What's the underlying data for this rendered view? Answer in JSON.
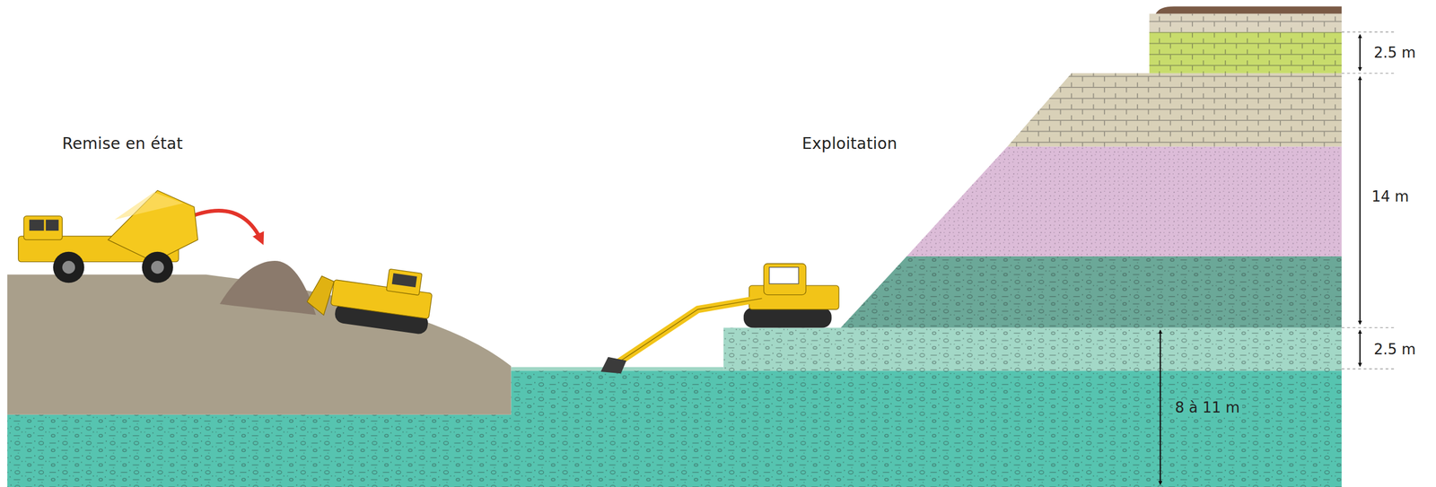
{
  "diagram": {
    "labels": [
      "Remise en état",
      "Exploitation",
      "2.5 m",
      "14 m",
      "2.5 m",
      "8 à 11 m"
    ]
  }
}
